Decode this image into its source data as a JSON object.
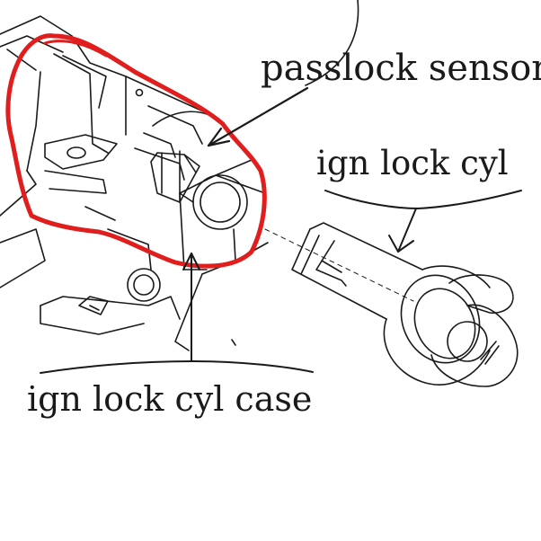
{
  "labels": {
    "passlock_sensor": "passlock sensor",
    "ign_lock_cyl": "ign lock cyl",
    "ign_lock_cyl_case": "ign lock cyl case"
  },
  "colors": {
    "line": "#1a1a1a",
    "highlight": "#e01e1e",
    "background": "#ffffff"
  }
}
